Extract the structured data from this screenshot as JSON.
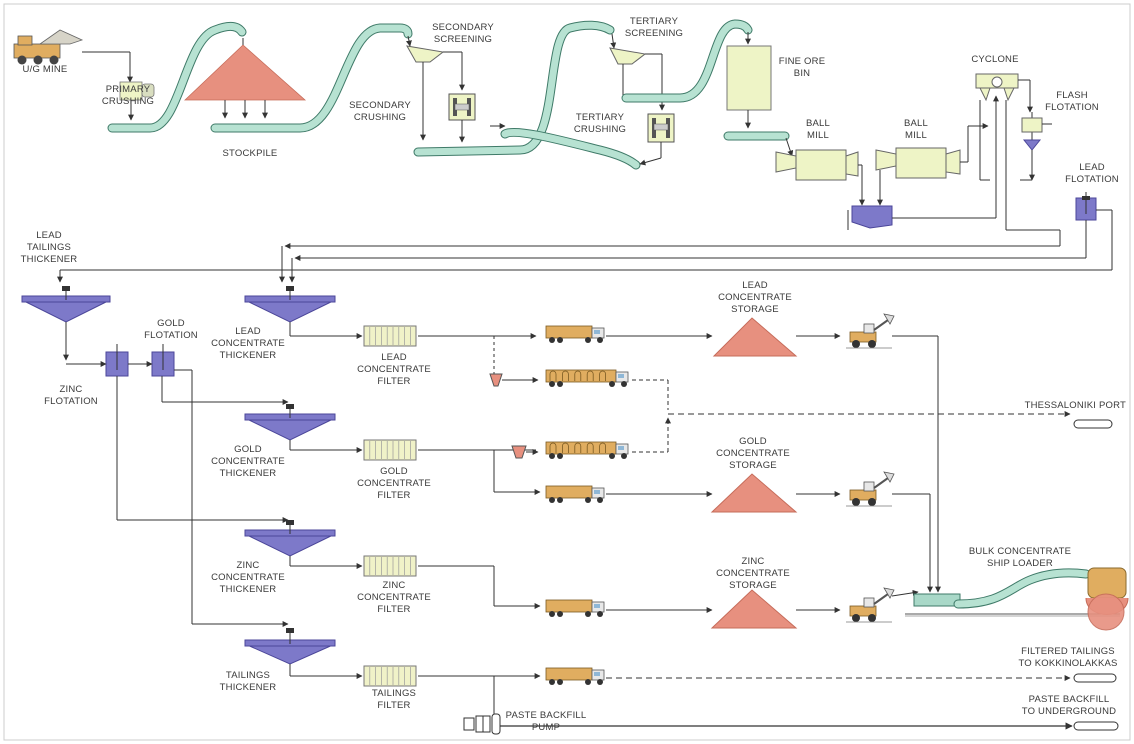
{
  "labels": {
    "ug_mine": "U/G MINE",
    "primary_crushing": "PRIMARY\nCRUSHING",
    "stockpile": "STOCKPILE",
    "secondary_screening": "SECONDARY\nSCREENING",
    "secondary_crushing": "SECONDARY\nCRUSHING",
    "tertiary_screening": "TERTIARY\nSCREENING",
    "tertiary_crushing": "TERTIARY\nCRUSHING",
    "fine_ore_bin": "FINE ORE\nBIN",
    "ball_mill_1": "BALL\nMILL",
    "ball_mill_2": "BALL\nMILL",
    "cyclone": "CYCLONE",
    "flash_flotation": "FLASH\nFLOTATION",
    "lead_flotation": "LEAD\nFLOTATION",
    "lead_tailings_thickener": "LEAD\nTAILINGS\nTHICKENER",
    "gold_flotation": "GOLD\nFLOTATION",
    "zinc_flotation": "ZINC\nFLOTATION",
    "lead_concentrate_thickener": "LEAD\nCONCENTRATE\nTHICKENER",
    "lead_concentrate_filter": "LEAD\nCONCENTRATE\nFILTER",
    "lead_concentrate_storage": "LEAD\nCONCENTRATE\nSTORAGE",
    "thessaloniki_port": "THESSALONIKI PORT",
    "gold_concentrate_thickener": "GOLD\nCONCENTRATE\nTHICKENER",
    "gold_concentrate_filter": "GOLD\nCONCENTRATE\nFILTER",
    "gold_concentrate_storage": "GOLD\nCONCENTRATE\nSTORAGE",
    "zinc_concentrate_thickener": "ZINC\nCONCENTRATE\nTHICKENER",
    "zinc_concentrate_filter": "ZINC\nCONCENTRATE\nFILTER",
    "zinc_concentrate_storage": "ZINC\nCONCENTRATE\nSTORAGE",
    "bulk_concentrate_ship_loader": "BULK CONCENTRATE\nSHIP LOADER",
    "tailings_thickener": "TAILINGS\nTHICKENER",
    "tailings_filter": "TAILINGS\nFILTER",
    "paste_backfill_pump": "PASTE BACKFILL\nPUMP",
    "filtered_tailings": "FILTERED TAILINGS\nTO KOKKINOLAKKAS",
    "paste_backfill_underground": "PASTE BACKFILL\nTO UNDERGROUND"
  },
  "colors": {
    "conveyor": "#a9d8c8",
    "conveyor_edge": "#3f7a68",
    "stockpile": "#e7907f",
    "thickener": "#7d79c9",
    "filter": "#f0f2c8",
    "equipment": "#eef4c6",
    "truck": "#e0ad60",
    "line": "#333333"
  }
}
